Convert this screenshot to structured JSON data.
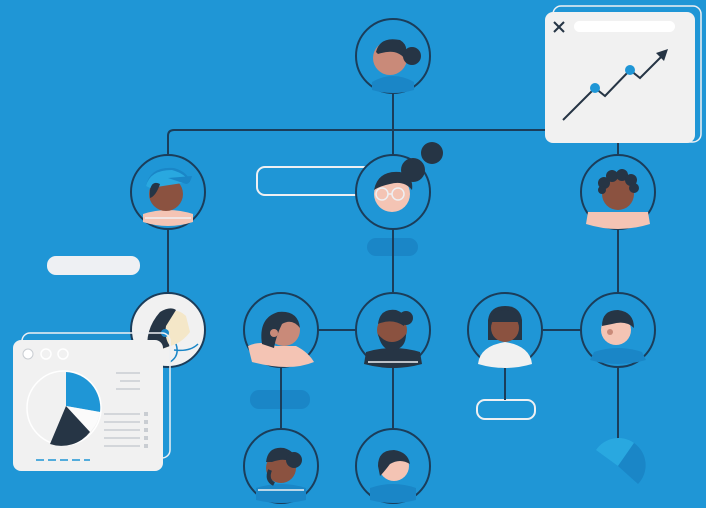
{
  "scene": {
    "background": "#1f96d6",
    "line_color": "#1b3d5a",
    "accent": "#1a86c7",
    "card_color": "#f1f1f1",
    "skin_colors": [
      "#c98a79",
      "#8b5240",
      "#f4c4b4"
    ],
    "hair_color": "#263545"
  },
  "trend_card": {
    "icons": [
      "close-icon",
      "trend-arrow-icon"
    ]
  },
  "pie_card": {
    "icons": [
      "window-dots-icon",
      "pie-chart-icon"
    ]
  },
  "nodes": [
    {
      "id": "ceo",
      "icon": "person-bun-icon"
    },
    {
      "id": "manager-left",
      "icon": "person-cap-icon"
    },
    {
      "id": "manager-center",
      "icon": "person-glasses-icon"
    },
    {
      "id": "manager-right",
      "icon": "person-curly-icon"
    },
    {
      "id": "lead-left",
      "icon": "person-profile-icon"
    },
    {
      "id": "member-1",
      "icon": "person-bob-icon"
    },
    {
      "id": "member-2",
      "icon": "person-beard-icon"
    },
    {
      "id": "member-3",
      "icon": "person-longhair-icon"
    },
    {
      "id": "member-4",
      "icon": "person-shorthair-icon"
    },
    {
      "id": "member-5",
      "icon": "person-bun-icon"
    },
    {
      "id": "member-6",
      "icon": "person-side-icon"
    }
  ]
}
